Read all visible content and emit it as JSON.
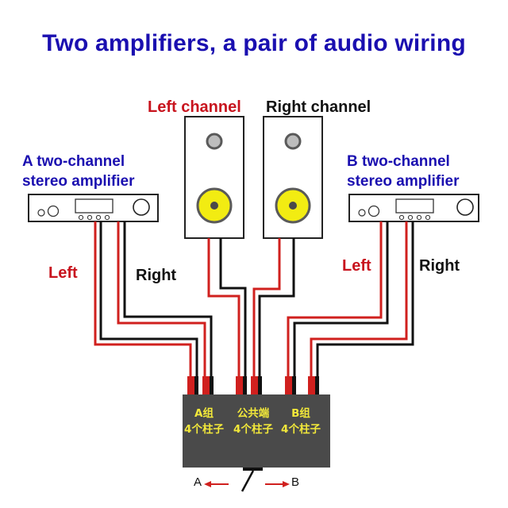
{
  "title": "Two amplifiers, a pair of audio wiring",
  "amplifiers": {
    "a": {
      "label_line1": "A two-channel",
      "label_line2": "stereo amplifier"
    },
    "b": {
      "label_line1": "B two-channel",
      "label_line2": "stereo amplifier"
    }
  },
  "speakers": {
    "left": {
      "label": "Left channel"
    },
    "right": {
      "label": "Right channel"
    }
  },
  "wire_labels": {
    "a_left": "Left",
    "a_right": "Right",
    "b_left": "Left",
    "b_right": "Right"
  },
  "switch_box": {
    "group_a": {
      "line1": "A组",
      "line2": "4个柱子"
    },
    "common": {
      "line1": "公共端",
      "line2": "4个柱子"
    },
    "group_b": {
      "line1": "B组",
      "line2": "4个柱子"
    },
    "position_a": "A",
    "position_b": "B"
  },
  "colors": {
    "title": "#1a0fb0",
    "left_wire": "#d0201e",
    "right_wire": "#111111",
    "box": "#4a4a4a",
    "box_text": "#f2e83a",
    "woofer": "#f2ec12"
  }
}
